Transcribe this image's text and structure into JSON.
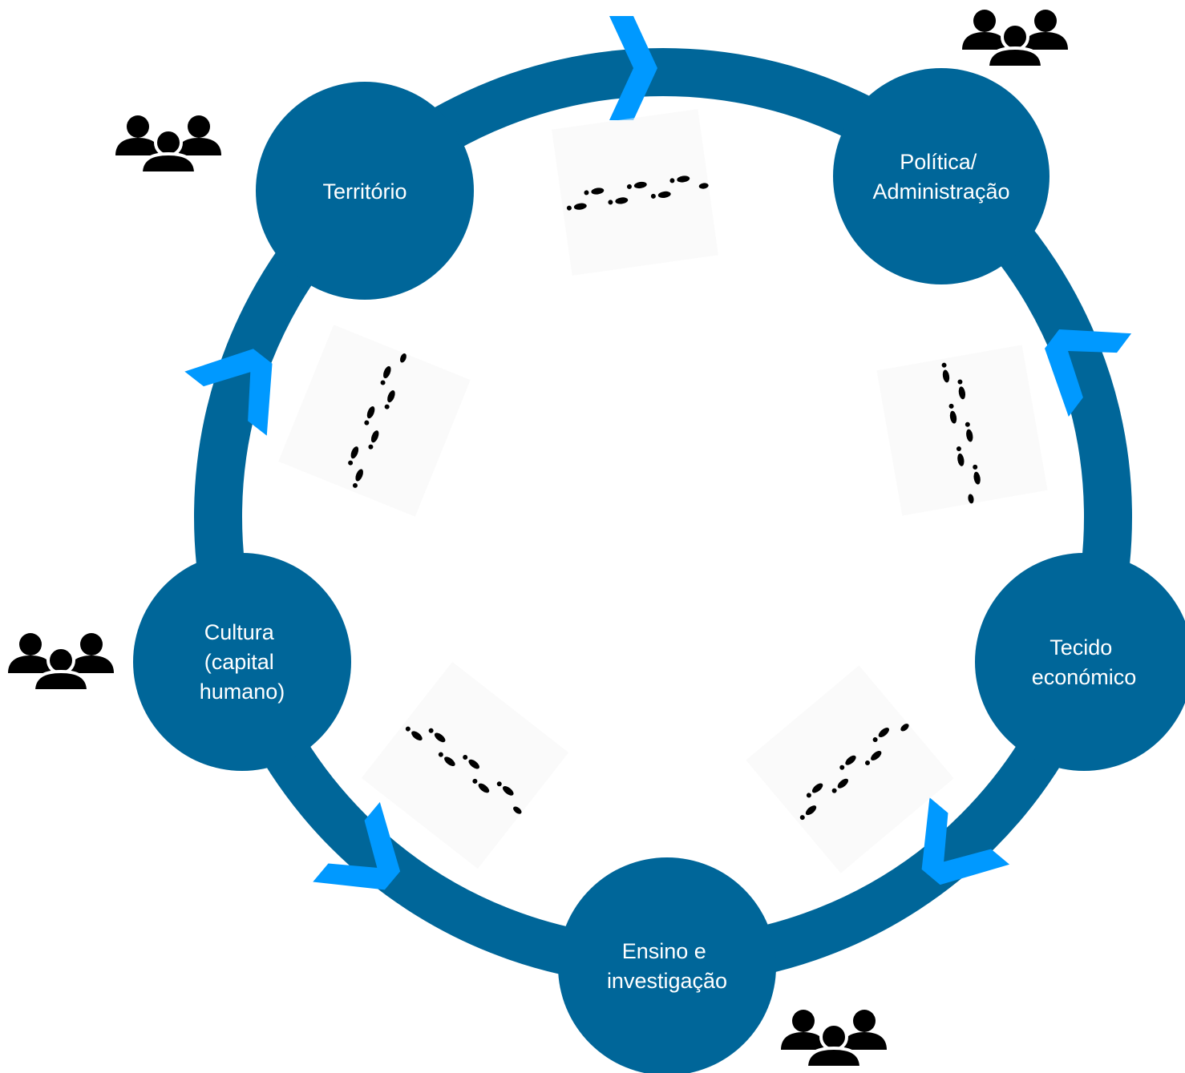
{
  "colors": {
    "ring": "#006699",
    "node": "#006699",
    "arrow": "#0099FF",
    "node_text": "#FFFFFF",
    "icon": "#000000",
    "footprint_bg": "#F5F5F5"
  },
  "nodes": [
    {
      "id": "territorio",
      "lines": [
        "Território"
      ]
    },
    {
      "id": "politica",
      "lines": [
        "Política/",
        "Administração"
      ]
    },
    {
      "id": "tecido",
      "lines": [
        "Tecido",
        "económico"
      ]
    },
    {
      "id": "ensino",
      "lines": [
        "Ensino e",
        "investigação"
      ]
    },
    {
      "id": "cultura",
      "lines": [
        "Cultura",
        "(capital",
        "humano)"
      ]
    }
  ],
  "icons": {
    "people": "people-group-icon",
    "footprints": "footprints-icon",
    "arrow": "chevron-arrow-icon"
  }
}
